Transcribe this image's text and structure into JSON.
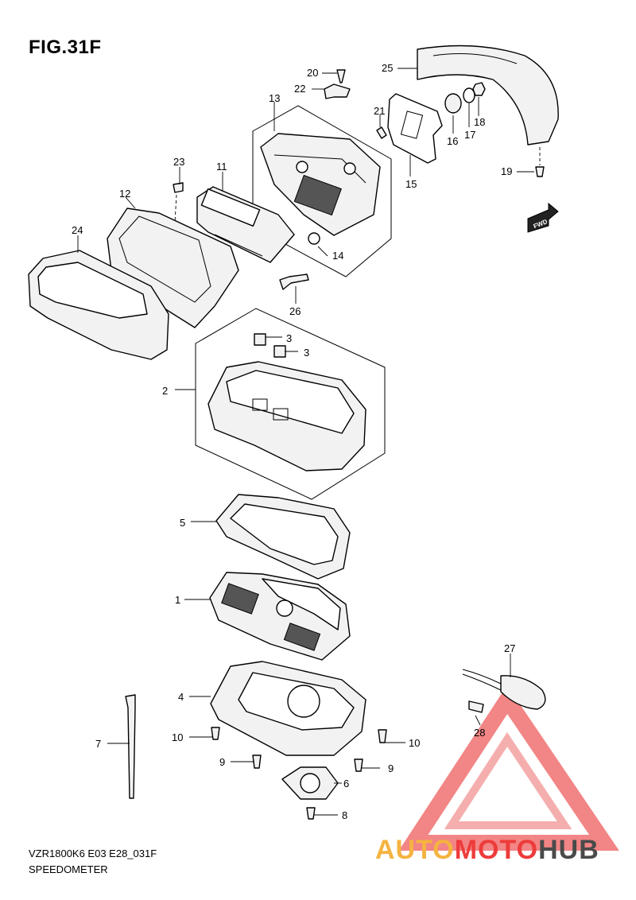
{
  "figure": {
    "title": "FIG.31F"
  },
  "footer": {
    "code": "VZR1800K6 E03 E28_031F",
    "name": "SPEEDOMETER"
  },
  "fwd_badge": "FWD",
  "watermark": {
    "part1": "AUTO",
    "part2": "MOTO",
    "part3": "HUB",
    "colors": {
      "auto": "#f5b340",
      "moto": "#ee3b3b",
      "hub": "#4a4a4a"
    }
  },
  "callouts": [
    {
      "n": "20"
    },
    {
      "n": "22"
    },
    {
      "n": "25"
    },
    {
      "n": "13"
    },
    {
      "n": "21"
    },
    {
      "n": "16"
    },
    {
      "n": "17"
    },
    {
      "n": "18"
    },
    {
      "n": "15"
    },
    {
      "n": "19"
    },
    {
      "n": "23"
    },
    {
      "n": "11"
    },
    {
      "n": "12"
    },
    {
      "n": "24"
    },
    {
      "n": "14"
    },
    {
      "n": "26"
    },
    {
      "n": "3"
    },
    {
      "n": "3"
    },
    {
      "n": "2"
    },
    {
      "n": "5"
    },
    {
      "n": "1"
    },
    {
      "n": "27"
    },
    {
      "n": "4"
    },
    {
      "n": "28"
    },
    {
      "n": "10"
    },
    {
      "n": "10"
    },
    {
      "n": "7"
    },
    {
      "n": "9"
    },
    {
      "n": "9"
    },
    {
      "n": "6"
    },
    {
      "n": "8"
    }
  ]
}
